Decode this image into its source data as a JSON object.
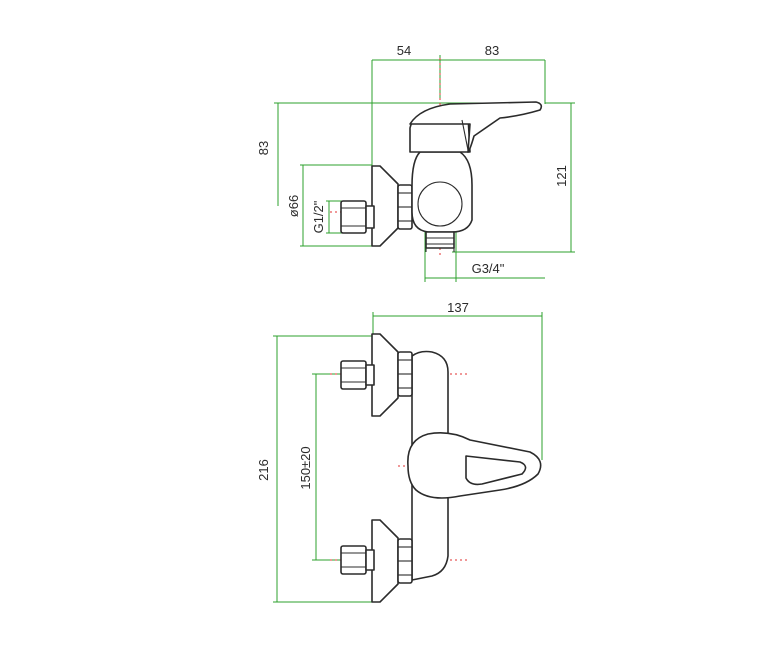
{
  "colors": {
    "dimension": "#2ca02c",
    "centerline": "#e03030",
    "outline": "#2b2b2b"
  },
  "side_view": {
    "dim_top_left": "54",
    "dim_top_right": "83",
    "dim_height_left": "83",
    "dim_height_right": "121",
    "dim_diameter": "ø66",
    "dim_inlet_thread": "G1/2\"",
    "dim_outlet_thread": "G3/4\""
  },
  "front_view": {
    "dim_width": "137",
    "dim_height": "216",
    "dim_spacing": "150±20"
  }
}
